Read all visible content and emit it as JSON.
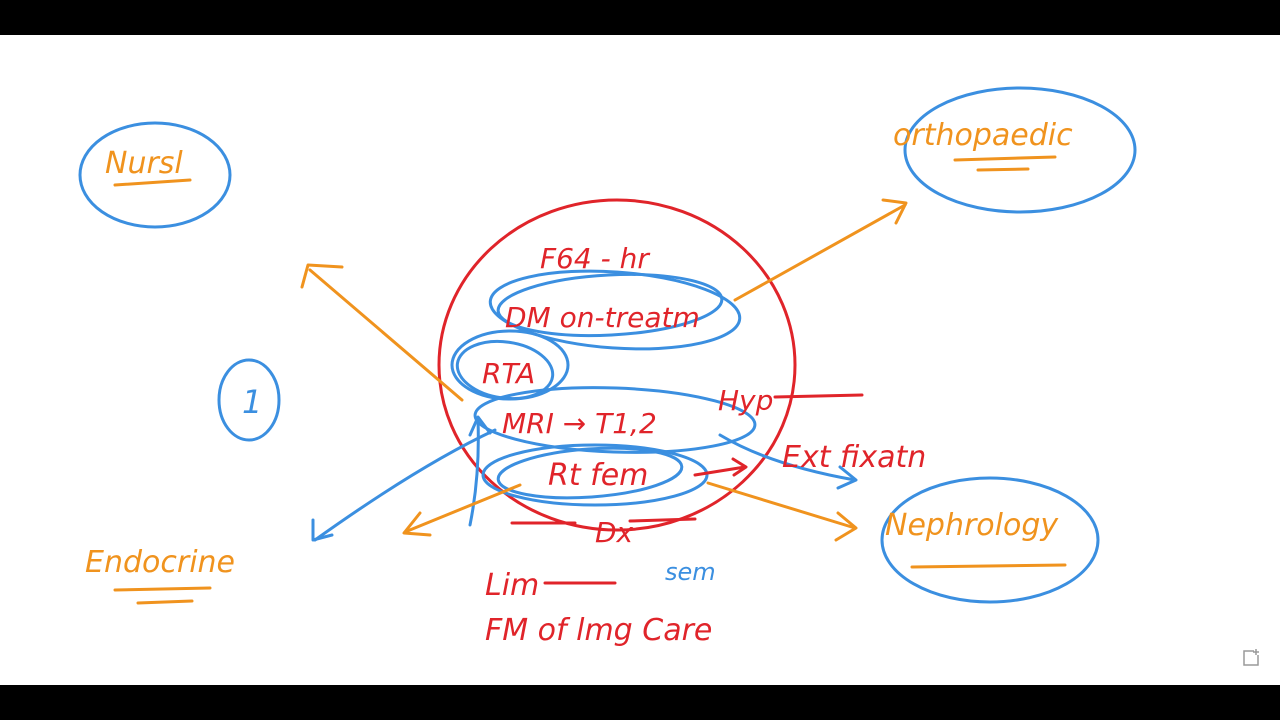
{
  "colors": {
    "background": "#ffffff",
    "letterbox": "#000000",
    "red": "#e0242a",
    "blue": "#3b8fe0",
    "orange": "#f0931e",
    "icon": "#9a9a9a"
  },
  "labels": {
    "nursing": "Nursl",
    "orthopaedics": "orthopaedic",
    "endocrine": "Endocrine",
    "nephrology": "Nephrology",
    "number": "1"
  },
  "center_notes": {
    "line1": "F64 - hr",
    "line2": "DM on-treatm",
    "line3": "RTA",
    "line4": "MRI → T1,2",
    "hyp": "Hyp",
    "line5": "Rt fem",
    "ext_fixation": "Ext fixatn",
    "line6": "Dx",
    "bullet1": "Lim",
    "sem": "sem",
    "bullet2": "FM of lmg Care"
  },
  "icons": {
    "expand": "expand-icon"
  }
}
